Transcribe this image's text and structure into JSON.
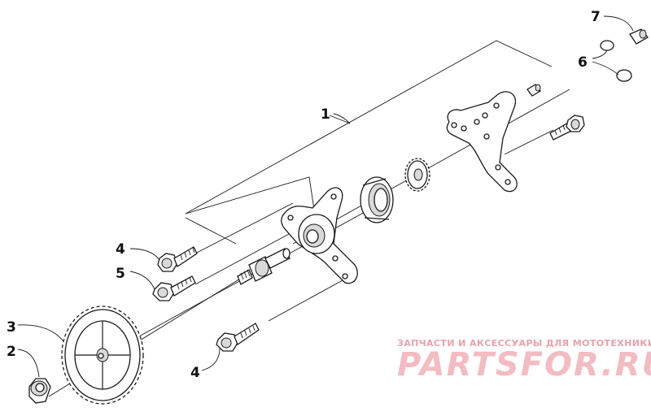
{
  "callouts": [
    {
      "id": "1",
      "label": "1"
    },
    {
      "id": "2",
      "label": "2"
    },
    {
      "id": "3",
      "label": "3"
    },
    {
      "id": "4a",
      "label": "4"
    },
    {
      "id": "4b",
      "label": "4"
    },
    {
      "id": "5",
      "label": "5"
    },
    {
      "id": "6",
      "label": "6"
    },
    {
      "id": "7",
      "label": "7"
    }
  ],
  "watermark": {
    "subtitle": "ЗАПЧАСТИ И АКСЕССУАРЫ ДЛЯ МОТОТЕХНИКИ",
    "brand": "PARTSFOR.RU",
    "color": "#f2bcc2"
  },
  "icons": [
    "gear-icon",
    "bolt-icon",
    "nut-icon",
    "shaft-icon",
    "bracket-icon",
    "bearing-icon",
    "o-ring-icon",
    "dowel-pin-icon"
  ]
}
